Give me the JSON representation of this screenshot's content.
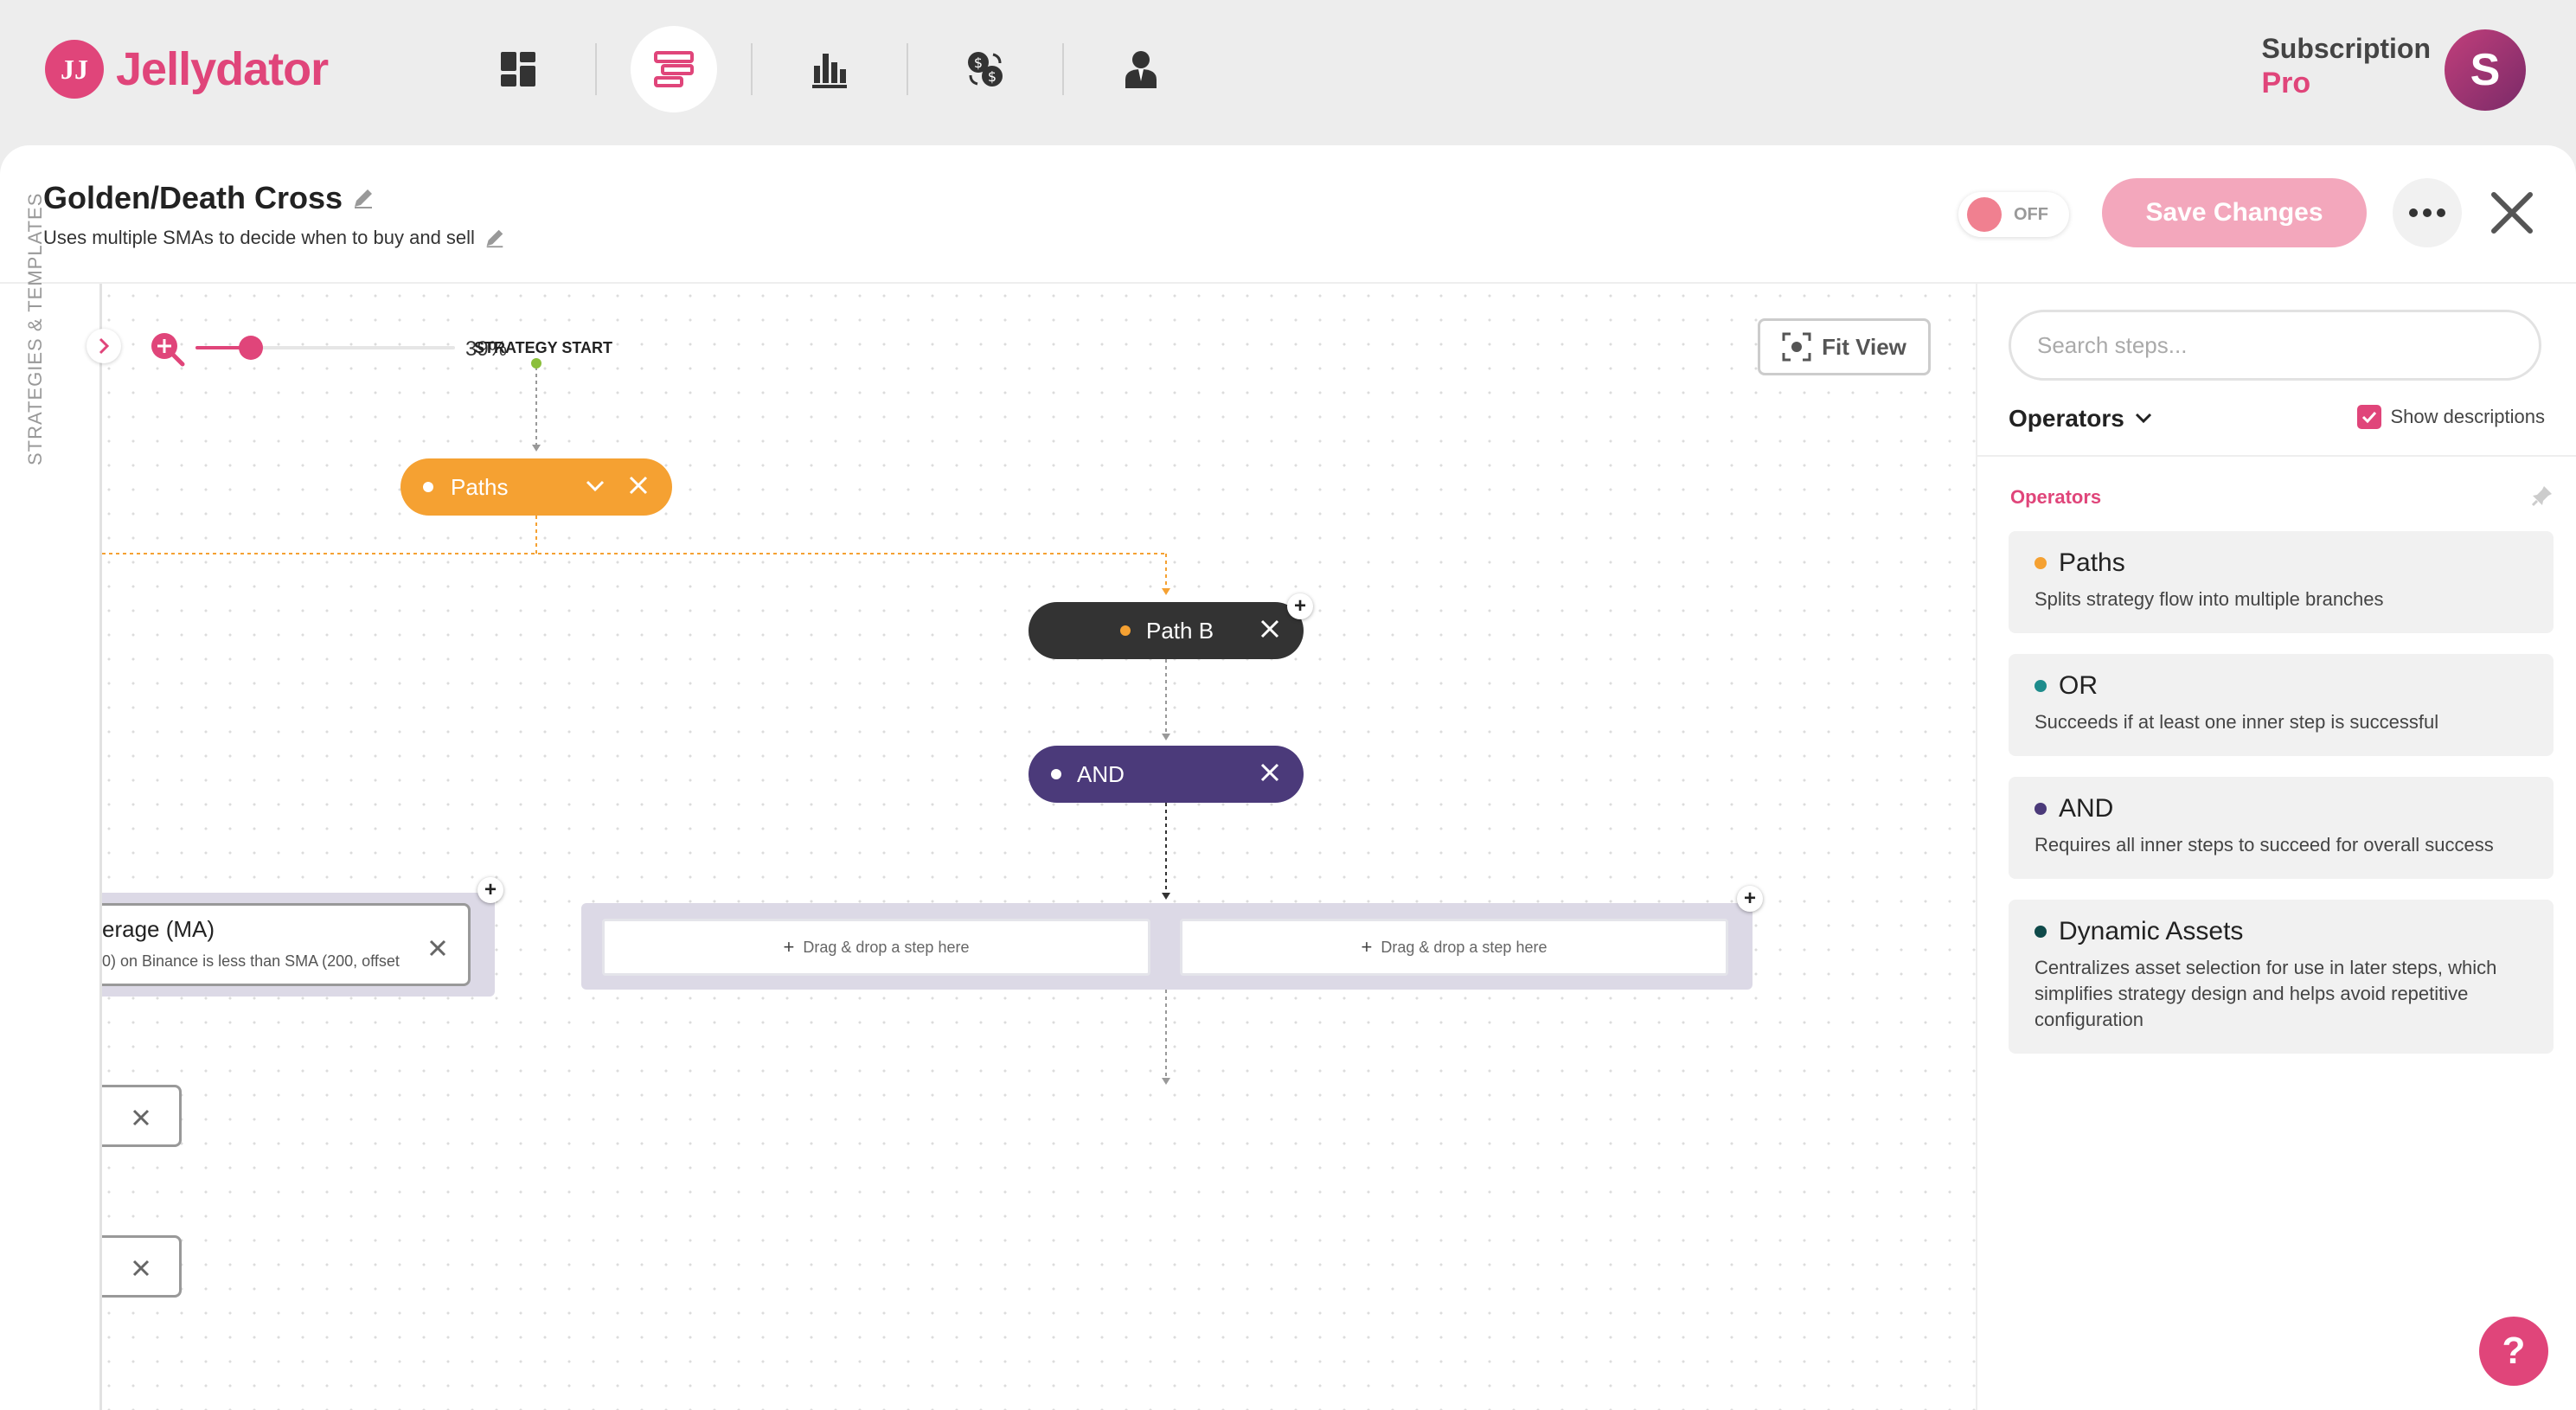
{
  "app": {
    "name": "Jellydator",
    "logo_initials": "JJ"
  },
  "nav": {
    "items": [
      {
        "name": "dashboard-icon"
      },
      {
        "name": "strategies-icon",
        "active": true
      },
      {
        "name": "backtests-icon"
      },
      {
        "name": "exchanges-icon"
      },
      {
        "name": "account-icon"
      }
    ]
  },
  "subscription": {
    "label": "Subscription",
    "value": "Pro"
  },
  "user": {
    "initial": "S"
  },
  "strategy": {
    "title": "Golden/Death Cross",
    "description": "Uses multiple SMAs to decide when to buy and sell",
    "toggle_label": "OFF",
    "toggle_on": false
  },
  "actions": {
    "save_label": "Save Changes"
  },
  "canvas": {
    "side_label": "STRATEGIES & TEMPLATES",
    "zoom_label": "39%",
    "zoom_level": 0.39,
    "start_label": "STRATEGY START",
    "fit_view_label": "Fit View",
    "nodes": {
      "paths": {
        "label": "Paths"
      },
      "path_b": {
        "label": "Path B"
      },
      "and": {
        "label": "AND"
      },
      "ma_step": {
        "title": "erage (MA)",
        "detail": "0) on Binance is less than SMA (200, offset"
      }
    },
    "drop_label": "Drag & drop a step here"
  },
  "panel": {
    "search_placeholder": "Search steps...",
    "category": "Operators",
    "show_descriptions_label": "Show descriptions",
    "show_descriptions": true,
    "section_title": "Operators",
    "operators": [
      {
        "title": "Paths",
        "description": "Splits strategy flow into multiple branches",
        "color": "#f5a132"
      },
      {
        "title": "OR",
        "description": "Succeeds if at least one inner step is successful",
        "color": "#1e8c8c"
      },
      {
        "title": "AND",
        "description": "Requires all inner steps to succeed for overall success",
        "color": "#4b3a7a"
      },
      {
        "title": "Dynamic Assets",
        "description": "Centralizes asset selection for use in later steps, which simplifies strategy design and helps avoid repetitive configuration",
        "color": "#0f4a4a"
      }
    ]
  },
  "colors": {
    "brand": "#e0457a",
    "paths_node": "#f5a132",
    "path_b_node": "#333333",
    "and_node": "#4b3a7a"
  }
}
